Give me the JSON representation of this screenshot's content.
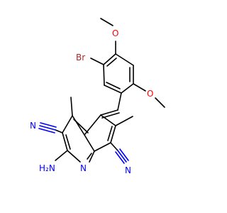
{
  "molecule": {
    "atom_labels": {
      "br": "Br",
      "o_top": "O",
      "o_right": "O",
      "n_left": "N",
      "n_right": "N",
      "n_ring": "N",
      "h2n": "H₂N"
    },
    "colors": {
      "bond": "#000000",
      "carbon": "#000000",
      "nitrogen": "#0000ff",
      "oxygen": "#ff0000",
      "bromine": "#a52a2a"
    }
  }
}
